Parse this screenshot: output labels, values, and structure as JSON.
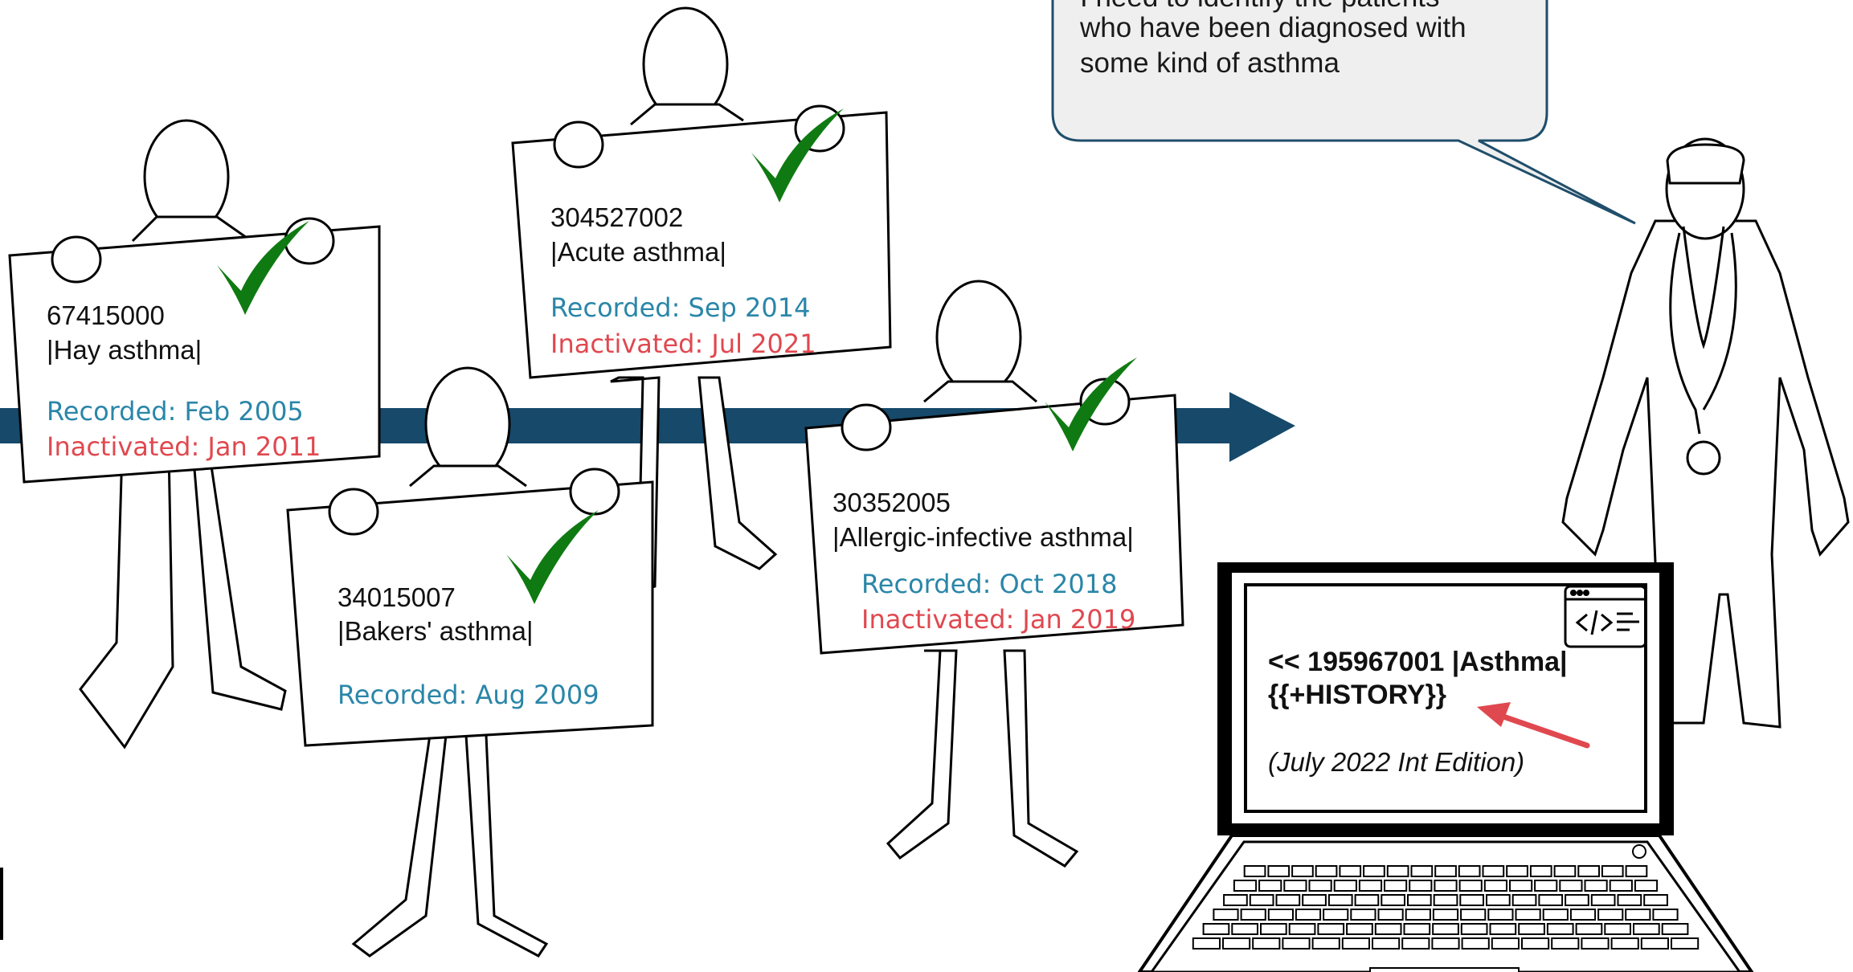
{
  "speech_bubble": {
    "lines": [
      "I need to identify the patients",
      "who have been diagnosed with",
      "some kind of asthma"
    ]
  },
  "patients": [
    {
      "code": "67415000",
      "term": "|Hay asthma|",
      "recorded": "Recorded: Feb 2005",
      "inactivated": "Inactivated: Jan 2011"
    },
    {
      "code": "304527002",
      "term": "|Acute asthma|",
      "recorded": "Recorded: Sep 2014",
      "inactivated": "Inactivated: Jul 2021"
    },
    {
      "code": "34015007",
      "term": "|Bakers' asthma|",
      "recorded": "Recorded: Aug 2009",
      "inactivated": ""
    },
    {
      "code": "30352005",
      "term": "|Allergic-infective asthma|",
      "recorded": "Recorded: Oct 2018",
      "inactivated": "Inactivated: Jan 2019"
    }
  ],
  "laptop": {
    "query_line1": "<< 195967001 |Asthma|",
    "query_line2": "{{+HISTORY}}",
    "edition": "(July 2022 Int Edition)",
    "icon": "code-window-icon"
  },
  "icons": {
    "check": "check-mark-icon",
    "arrow": "timeline-arrow",
    "pointer": "red-pointer-arrow"
  },
  "colors": {
    "timeline": "#16496a",
    "check": "#0f7a12",
    "recorded": "#2a86a8",
    "inactivated": "#e0484f",
    "bubble_fill": "#efefef",
    "bubble_border": "#1f4e6b",
    "pointer": "#e0484f"
  }
}
